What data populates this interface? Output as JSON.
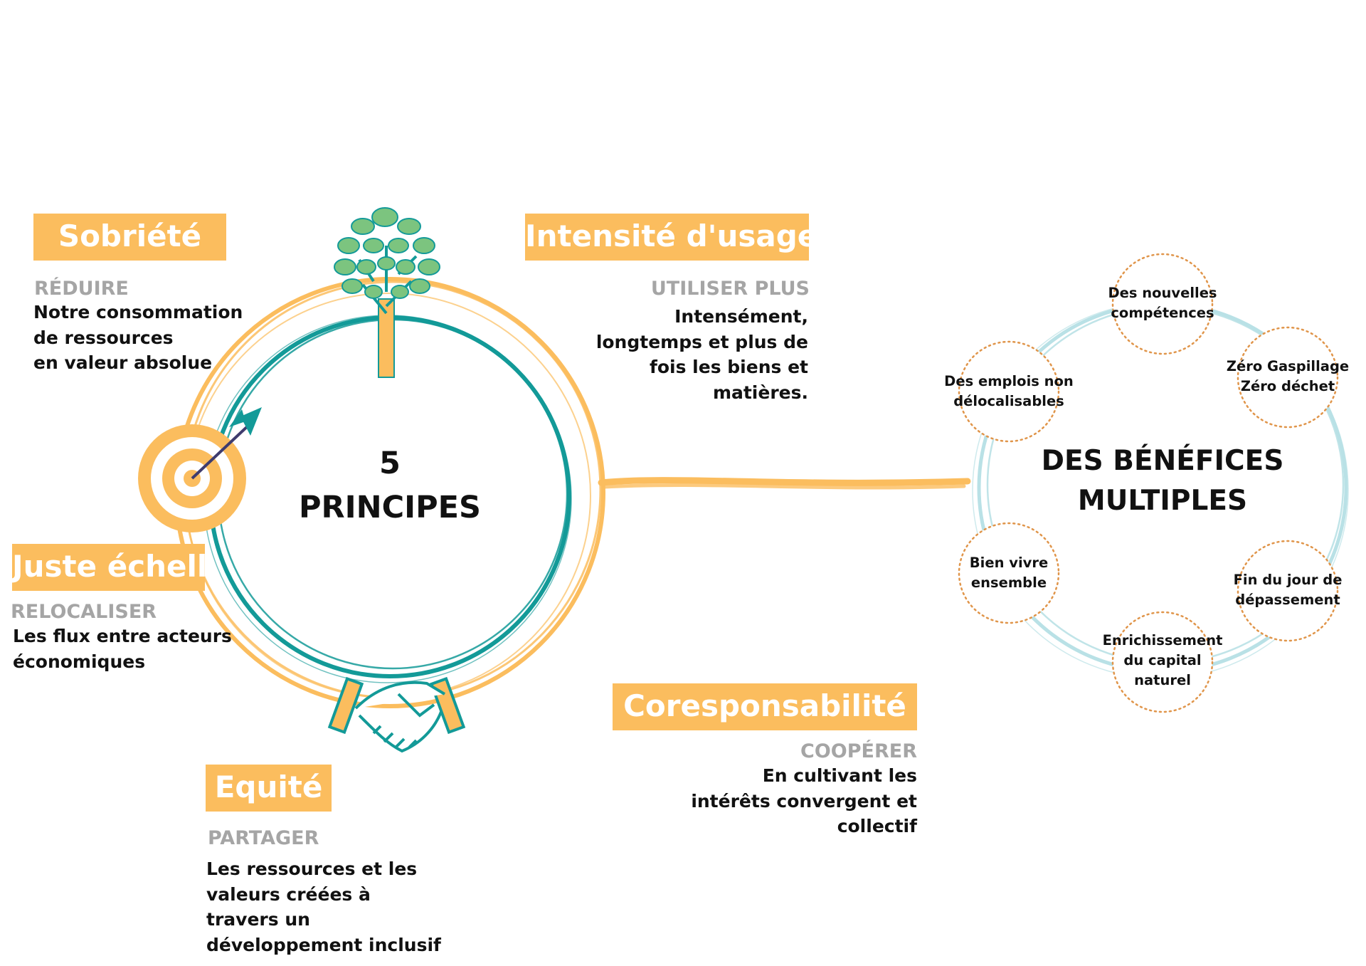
{
  "center": {
    "line1": "5",
    "line2": "PRINCIPES"
  },
  "principles": [
    {
      "title": "Sobriété",
      "verb": "RÉDUIRE",
      "lines": [
        "Notre consommation",
        "de ressources",
        "en valeur absolue"
      ]
    },
    {
      "title": "Intensité d'usage",
      "verb": "UTILISER PLUS",
      "lines": [
        "Intensément,",
        "longtemps et plus de",
        "fois les biens et",
        "matières."
      ]
    },
    {
      "title": "Juste échelle",
      "verb": "RELOCALISER",
      "lines": [
        "Les flux entre acteurs",
        "économiques"
      ]
    },
    {
      "title": "Equité",
      "verb": "PARTAGER",
      "lines": [
        "Les ressources et les",
        "valeurs créées à",
        "travers un",
        "développement inclusif"
      ]
    },
    {
      "title": "Coresponsabilité",
      "verb": "COOPÉRER",
      "lines": [
        "En cultivant  les",
        "intérêts convergent et",
        "collectif"
      ]
    }
  ],
  "benefits": {
    "title_line1": "DES BÉNÉFICES",
    "title_line2": "MULTIPLES",
    "items": [
      {
        "line1": "Des nouvelles",
        "line2": "compétences"
      },
      {
        "line1": "Zéro Gaspillage",
        "line2": "Zéro déchet"
      },
      {
        "line1": "Fin du jour de",
        "line2": "dépassement"
      },
      {
        "line1": "Enrichissement",
        "line2": "du capital",
        "line3": "naturel"
      },
      {
        "line1": "Bien vivre",
        "line2": "ensemble"
      },
      {
        "line1": "Des emplois non",
        "line2": "délocalisables"
      }
    ]
  },
  "colors": {
    "orange": "#fbbd5e",
    "teal": "#139a98",
    "light_teal": "#b9e1e6",
    "dotted": "#e0954a",
    "gray": "#a5a5a5",
    "tree_leaf": "#7cc47f"
  },
  "icons": [
    "tree-icon",
    "target-icon",
    "arrow-icon",
    "handshake-icon"
  ]
}
